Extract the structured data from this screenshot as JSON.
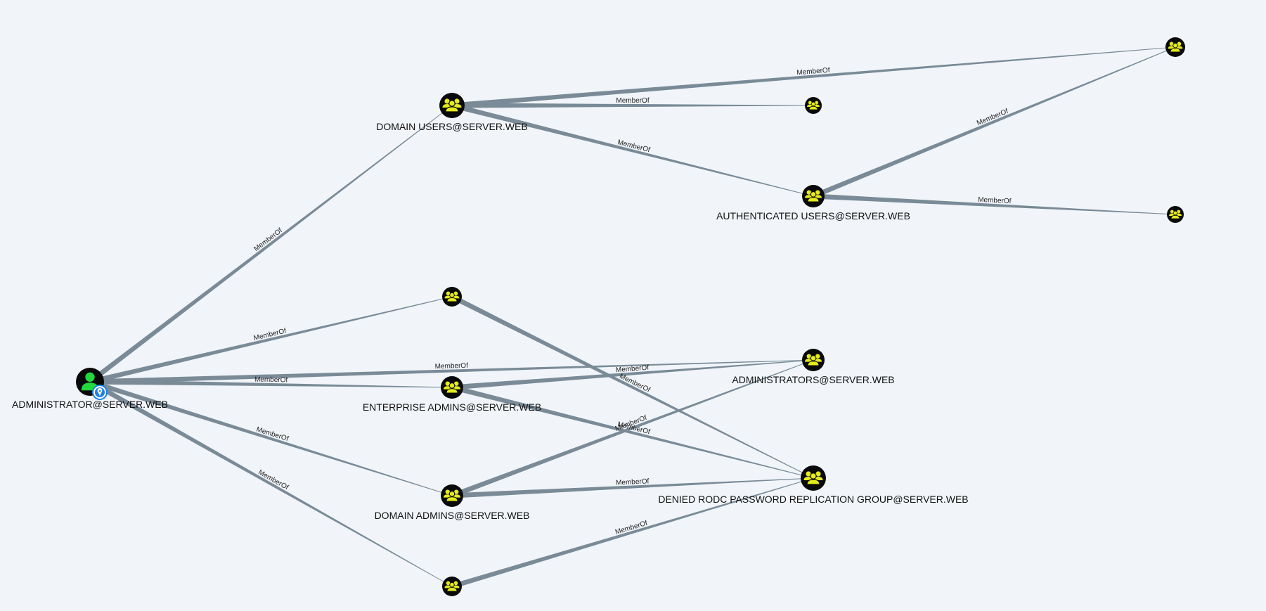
{
  "graph": {
    "nodes": [
      {
        "id": "admin",
        "label": "ADMINISTRATOR@SERVER.WEB",
        "kind": "user",
        "start": true
      },
      {
        "id": "domain_users",
        "label": "DOMAIN USERS@SERVER.WEB",
        "kind": "group"
      },
      {
        "id": "unlabeled_top_right",
        "label": "",
        "kind": "group"
      },
      {
        "id": "unlabeled_top_mid",
        "label": "",
        "kind": "group"
      },
      {
        "id": "auth_users",
        "label": "AUTHENTICATED USERS@SERVER.WEB",
        "kind": "group"
      },
      {
        "id": "unlabeled_right_mid",
        "label": "",
        "kind": "group"
      },
      {
        "id": "unlabeled_mid",
        "label": "",
        "kind": "group"
      },
      {
        "id": "ent_admins",
        "label": "ENTERPRISE ADMINS@SERVER.WEB",
        "kind": "group"
      },
      {
        "id": "administrators",
        "label": "ADMINISTRATORS@SERVER.WEB",
        "kind": "group"
      },
      {
        "id": "domain_admins",
        "label": "DOMAIN ADMINS@SERVER.WEB",
        "kind": "group"
      },
      {
        "id": "denied_rodc",
        "label": "DENIED RODC PASSWORD REPLICATION GROUP@SERVER.WEB",
        "kind": "group"
      },
      {
        "id": "unlabeled_bottom",
        "label": "",
        "kind": "group"
      }
    ],
    "edges": [
      {
        "from": "admin",
        "to": "domain_users",
        "label": "MemberOf"
      },
      {
        "from": "admin",
        "to": "unlabeled_mid",
        "label": "MemberOf"
      },
      {
        "from": "admin",
        "to": "administrators",
        "label": "MemberOf"
      },
      {
        "from": "admin",
        "to": "ent_admins",
        "label": "MemberOf"
      },
      {
        "from": "admin",
        "to": "domain_admins",
        "label": "MemberOf"
      },
      {
        "from": "admin",
        "to": "unlabeled_bottom",
        "label": "MemberOf"
      },
      {
        "from": "domain_users",
        "to": "unlabeled_top_right",
        "label": "MemberOf"
      },
      {
        "from": "domain_users",
        "to": "unlabeled_top_mid",
        "label": "MemberOf"
      },
      {
        "from": "domain_users",
        "to": "auth_users",
        "label": "MemberOf"
      },
      {
        "from": "auth_users",
        "to": "unlabeled_top_right",
        "label": "MemberOf"
      },
      {
        "from": "auth_users",
        "to": "unlabeled_right_mid",
        "label": "MemberOf"
      },
      {
        "from": "unlabeled_mid",
        "to": "denied_rodc",
        "label": "MemberOf"
      },
      {
        "from": "ent_admins",
        "to": "administrators",
        "label": "MemberOf"
      },
      {
        "from": "ent_admins",
        "to": "denied_rodc",
        "label": "MemberOf"
      },
      {
        "from": "domain_admins",
        "to": "administrators",
        "label": "MemberOf"
      },
      {
        "from": "domain_admins",
        "to": "denied_rodc",
        "label": "MemberOf"
      },
      {
        "from": "unlabeled_bottom",
        "to": "denied_rodc",
        "label": "MemberOf"
      }
    ]
  },
  "colors": {
    "background": "#f1f5fa",
    "edge": "#7a8b97",
    "node_fill": "#0a0a0a",
    "group_icon": "#e6ec1a",
    "user_icon": "#22d83c",
    "start_marker": "#1d7fe8"
  },
  "icons": {
    "user": "user-icon",
    "group": "group-icon",
    "start_marker": "location-pin-icon"
  }
}
